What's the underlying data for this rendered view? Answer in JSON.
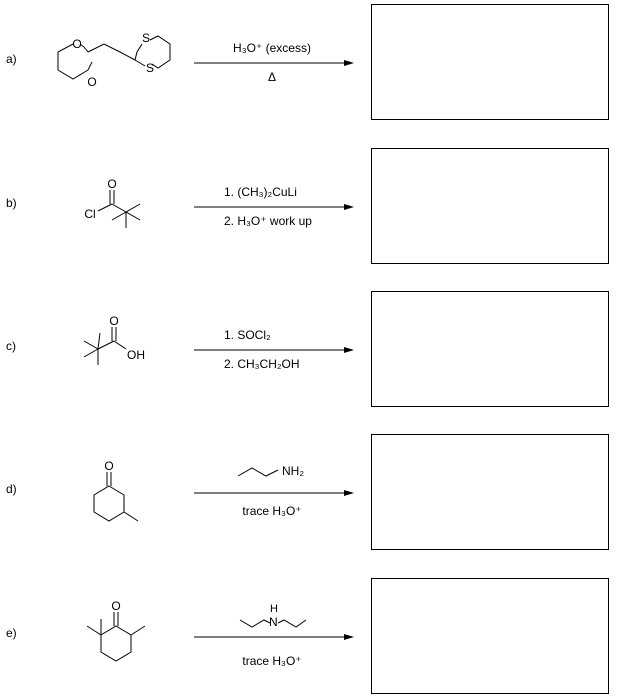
{
  "problems": [
    {
      "label": "a)",
      "reagent_line1": "H₃O⁺ (excess)",
      "reagent_line2": "Δ",
      "atoms": [
        "O",
        "O",
        "S",
        "S"
      ]
    },
    {
      "label": "b)",
      "reagent_line1": "1. (CH₃)₂CuLi",
      "reagent_line2": "2. H₃O⁺ work up",
      "atoms": [
        "O",
        "Cl"
      ]
    },
    {
      "label": "c)",
      "reagent_line1": "1. SOCl₂",
      "reagent_line2": "2. CH₃CH₂OH",
      "atoms": [
        "O",
        "OH"
      ]
    },
    {
      "label": "d)",
      "reagent_line1": "NH₂",
      "reagent_line2": "trace H₃O⁺",
      "atoms": [
        "O"
      ]
    },
    {
      "label": "e)",
      "reagent_line1": "H",
      "reagent_line1b": "N",
      "reagent_line2": "trace H₃O⁺",
      "atoms": [
        "O"
      ]
    }
  ]
}
